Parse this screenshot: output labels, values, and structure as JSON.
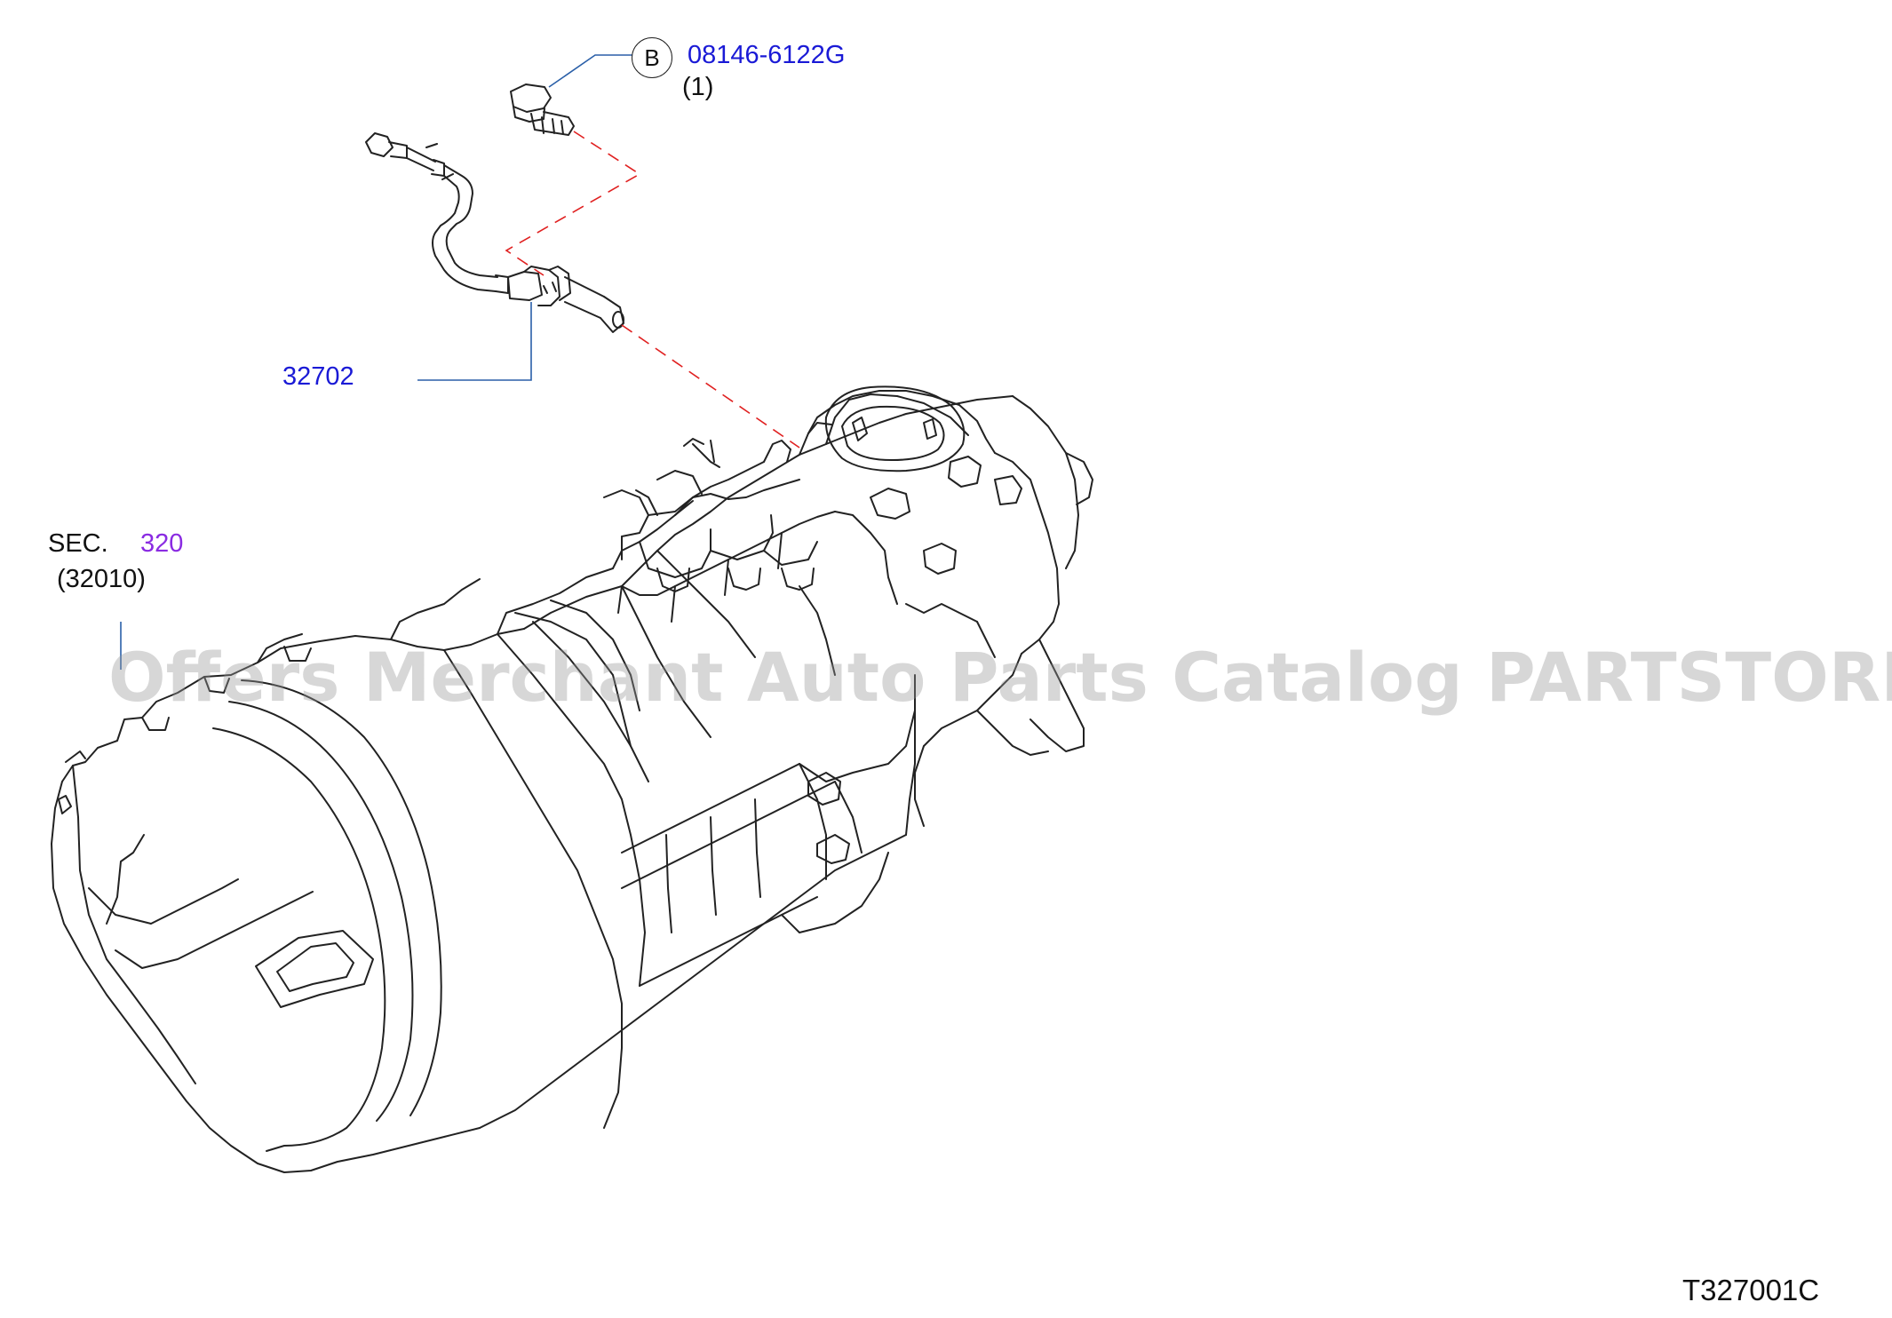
{
  "callouts": {
    "bolt_ref_letter": "B",
    "bolt_part_number": "08146-6122G",
    "bolt_qty": "(1)",
    "cylinder_part_number": "32702",
    "sec_prefix": "SEC.",
    "sec_number": "320",
    "sec_sub_ref": "(32010)"
  },
  "diagram_code": "T327001C",
  "watermark": "Offers Merchant Auto Parts Catalog PARTSTORE.SA",
  "colors": {
    "part_number": "#1a1ad6",
    "section_link": "#8a2be2",
    "leader_line": "#2a5fa8",
    "dashed_guide": "#e02020",
    "outline": "#222222"
  }
}
